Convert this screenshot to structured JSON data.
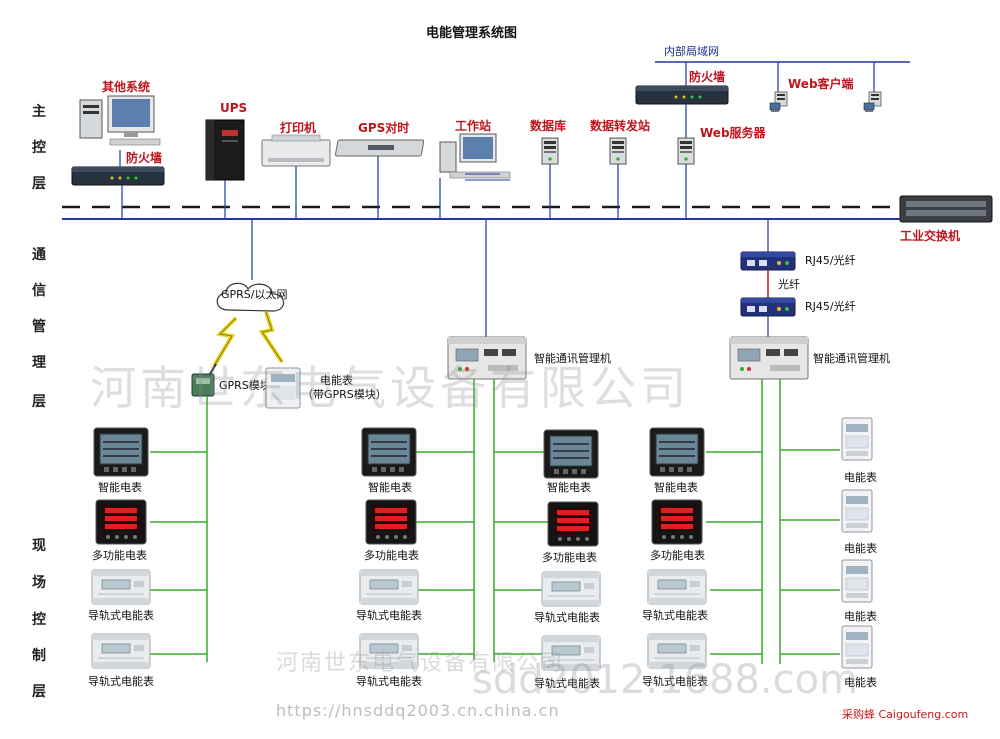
{
  "title": "电能管理系统图",
  "layers": {
    "main": [
      "主",
      "控",
      "层"
    ],
    "comm": [
      "通",
      "信",
      "管",
      "理",
      "层"
    ],
    "field": [
      "现",
      "场",
      "控",
      "制",
      "层"
    ]
  },
  "labels": {
    "intranet": "内部局域网",
    "firewall_top": "防火墙",
    "web_client": "Web客户端",
    "web_server": "Web服务器",
    "other_systems": "其他系统",
    "firewall_left": "防火墙",
    "ups": "UPS",
    "printer": "打印机",
    "gps": "GPS对时",
    "workstation": "工作站",
    "database": "数据库",
    "data_forward": "数据转发站",
    "industrial_switch": "工业交换机",
    "rj45_1": "RJ45/光纤",
    "fiber": "光纤",
    "rj45_2": "RJ45/光纤",
    "gprs_cloud": "GPRS/以太网",
    "gprs_module": "GPRS模块",
    "meter_gprs_line1": "电能表",
    "meter_gprs_line2": "（带GPRS模块）",
    "comm_manager_1": "智能通讯管理机",
    "comm_manager_2": "智能通讯管理机"
  },
  "device_labels": {
    "smart_meter": "智能电表",
    "multi_meter": "多功能电表",
    "rail_meter": "导轨式电能表",
    "energy_meter": "电能表"
  },
  "watermarks": {
    "company_big": "河南世东电气设备有限公司",
    "company_small": "河南世东电气设备有限公司",
    "shop": "sdd2012.1688.com",
    "url": "https://hnsddq2003.cn.china.cn",
    "credit": "采购蜂 Caigoufeng.com"
  },
  "colors": {
    "bus_blue": "#1f3a9c",
    "field_green": "#3bab2e",
    "red_label": "#c0141c",
    "fiber_red": "#c01818",
    "lightning_yellow": "#e8d21a"
  },
  "icons": [
    "computer-icon",
    "firewall-icon",
    "ups-icon",
    "printer-icon",
    "gps-icon",
    "workstation-icon",
    "server-icon",
    "client-icon",
    "switch-icon",
    "converter-icon",
    "cloud-icon",
    "lightning-icon",
    "gprs-module-icon",
    "meter-icon",
    "comm-manager-icon"
  ]
}
